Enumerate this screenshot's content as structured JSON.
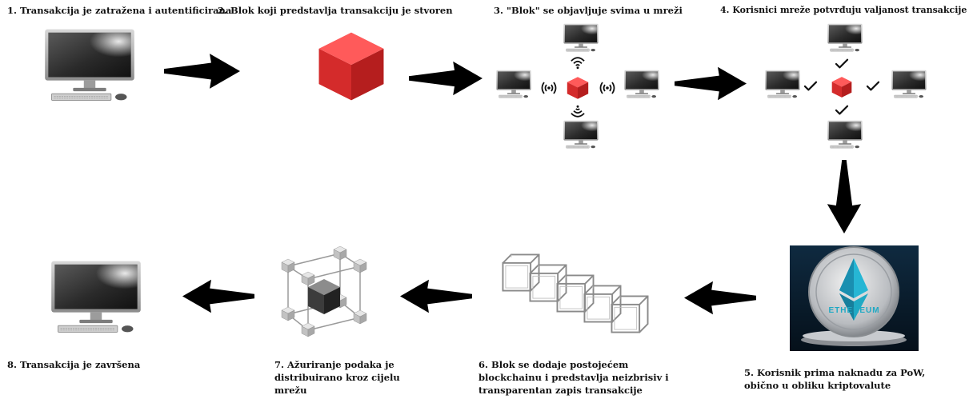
{
  "steps": [
    {
      "id": 1,
      "caption": "1. Transakcija je zatražena i autentificirana"
    },
    {
      "id": 2,
      "caption": "2. Blok koji predstavlja transakciju je stvoren"
    },
    {
      "id": 3,
      "caption": "3. \"Blok\" se objavljuje svima u mreži"
    },
    {
      "id": 4,
      "caption": "4. Korisnici mreže potvrđuju valjanost transakcije"
    },
    {
      "id": 5,
      "caption": "5. Korisnik prima naknadu za PoW, obično u obliku kriptovalute"
    },
    {
      "id": 6,
      "caption": "6. Blok se dodaje postojećem blockchainu i predstavlja neizbrisiv i transparentan zapis transakcije"
    },
    {
      "id": 7,
      "caption": "7. Ažuriranje podaka je distribuirano kroz cijelu mrežu"
    },
    {
      "id": 8,
      "caption": "8. Transakcija je završena"
    }
  ],
  "coin": {
    "label": "ETHEREUM"
  },
  "icons": {
    "computer": "computer-icon",
    "block": "red-cube-icon",
    "broadcast": "wifi-signal-icon",
    "check": "checkmark-icon",
    "coin": "ethereum-coin-icon",
    "chain": "blockchain-icon",
    "network": "network-cube-icon",
    "arrow": "arrow-icon"
  },
  "colors": {
    "block_red": "#e53935",
    "arrow": "#000000",
    "text": "#111111",
    "coin_teal": "#1fa9c4"
  }
}
